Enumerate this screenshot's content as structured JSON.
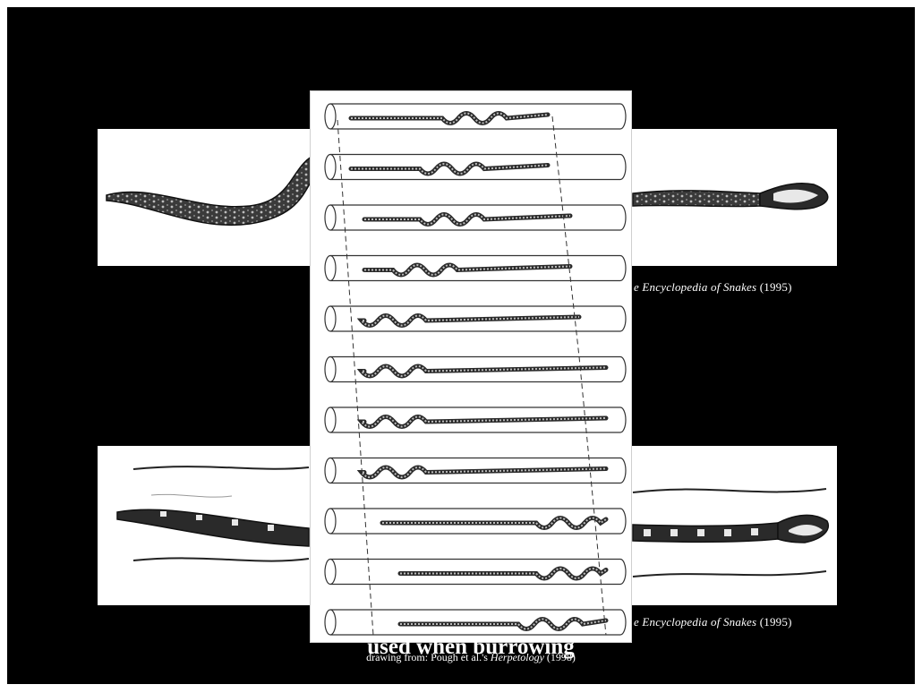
{
  "captions": {
    "top": {
      "title": "e Encyclopedia of Snakes",
      "year": "(1995)"
    },
    "bottom": {
      "title": "e Encyclopedia of Snakes",
      "year": "(1995)"
    }
  },
  "overlay": {
    "title": "used when burrowing",
    "credit_prefix": "drawing from: Pough et al.'s",
    "credit_book": "Herpetology",
    "credit_year": "(1998)"
  },
  "colors": {
    "background": "#000000",
    "panel": "#ffffff",
    "ink": "#1a1a1a",
    "tube_outline": "#333333"
  }
}
